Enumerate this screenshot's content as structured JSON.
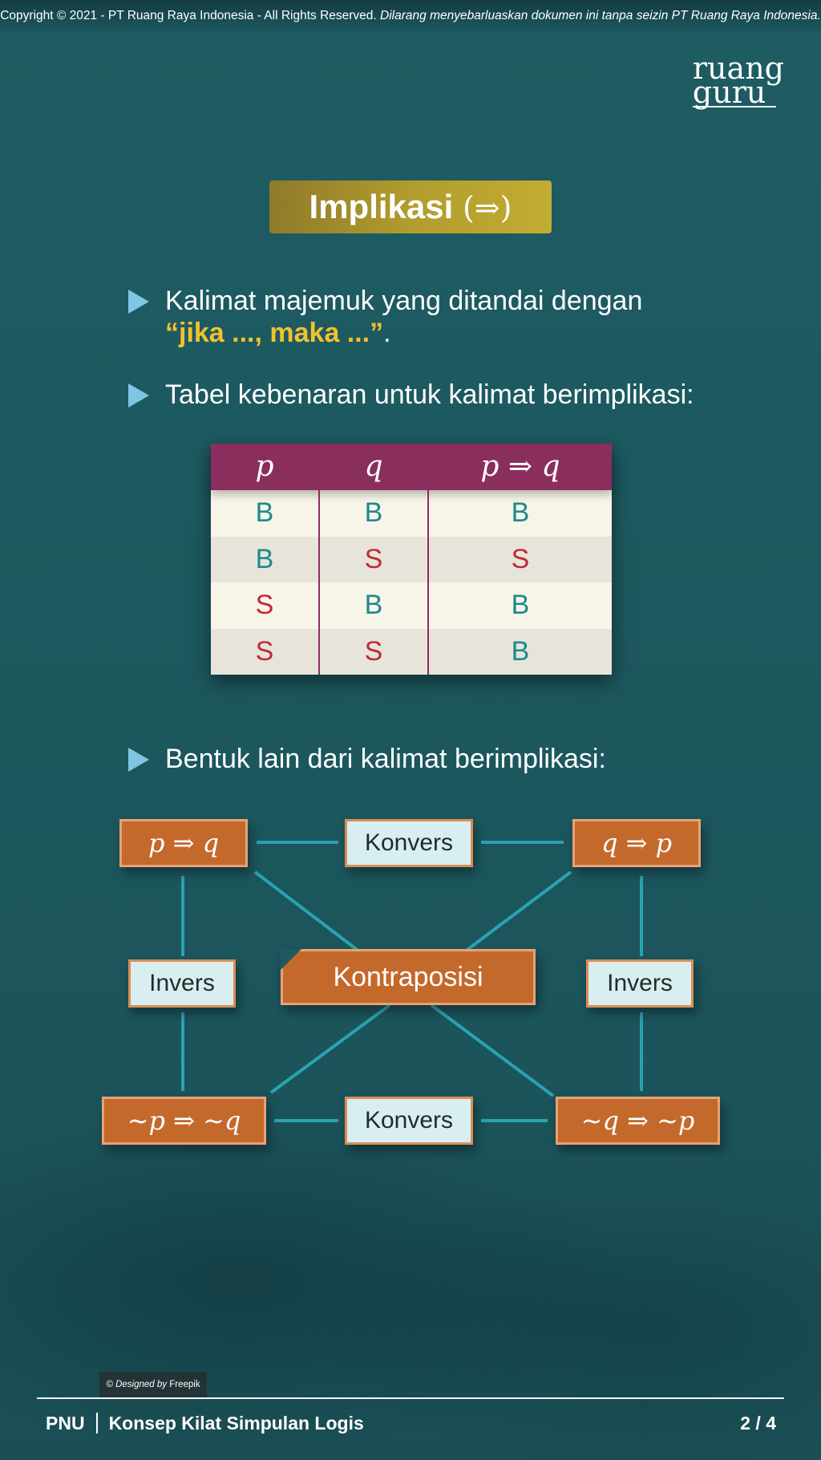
{
  "header": {
    "copyright": "Copyright © 2021 - PT Ruang Raya Indonesia - All Rights Reserved.",
    "notice": "Dilarang menyebarluaskan dokumen ini tanpa seizin PT Ruang Raya Indonesia."
  },
  "logo": {
    "line1": "ruang",
    "line2": "guru"
  },
  "title": {
    "text": "Implikasi",
    "symbol": "(⇒)"
  },
  "bullets": [
    {
      "text": "Kalimat majemuk yang ditandai dengan",
      "highlight": "“jika ..., maka ...”",
      "suffix": "."
    },
    {
      "text": "Tabel kebenaran untuk kalimat berimplikasi:"
    },
    {
      "text": "Bentuk lain dari kalimat berimplikasi:"
    }
  ],
  "truth_table": {
    "headers": [
      "p",
      "q",
      "p ⇒ q"
    ],
    "rows": [
      [
        "B",
        "B",
        "B"
      ],
      [
        "B",
        "S",
        "S"
      ],
      [
        "S",
        "B",
        "B"
      ],
      [
        "S",
        "S",
        "B"
      ]
    ],
    "colors": {
      "B": "#1e8a8d",
      "S": "#c22a35",
      "header_bg": "#8a2e5e"
    }
  },
  "diagram": {
    "top_left": "p ⇒ q",
    "top_right": "q ⇒ p",
    "bottom_left": "∼p ⇒ ∼q",
    "bottom_right": "∼q ⇒ ∼p",
    "konvers_top": "Konvers",
    "konvers_bottom": "Konvers",
    "invers_left": "Invers",
    "invers_right": "Invers",
    "kontraposisi": "Kontraposisi",
    "colors": {
      "node": "#c4692c",
      "label": "#d9eeee",
      "line": "#2aa3b0"
    }
  },
  "credit": {
    "prefix": "© Designed by",
    "source": "Freepik"
  },
  "footer": {
    "subject": "PNU",
    "title": "Konsep Kilat Simpulan Logis",
    "page": "2 / 4"
  }
}
